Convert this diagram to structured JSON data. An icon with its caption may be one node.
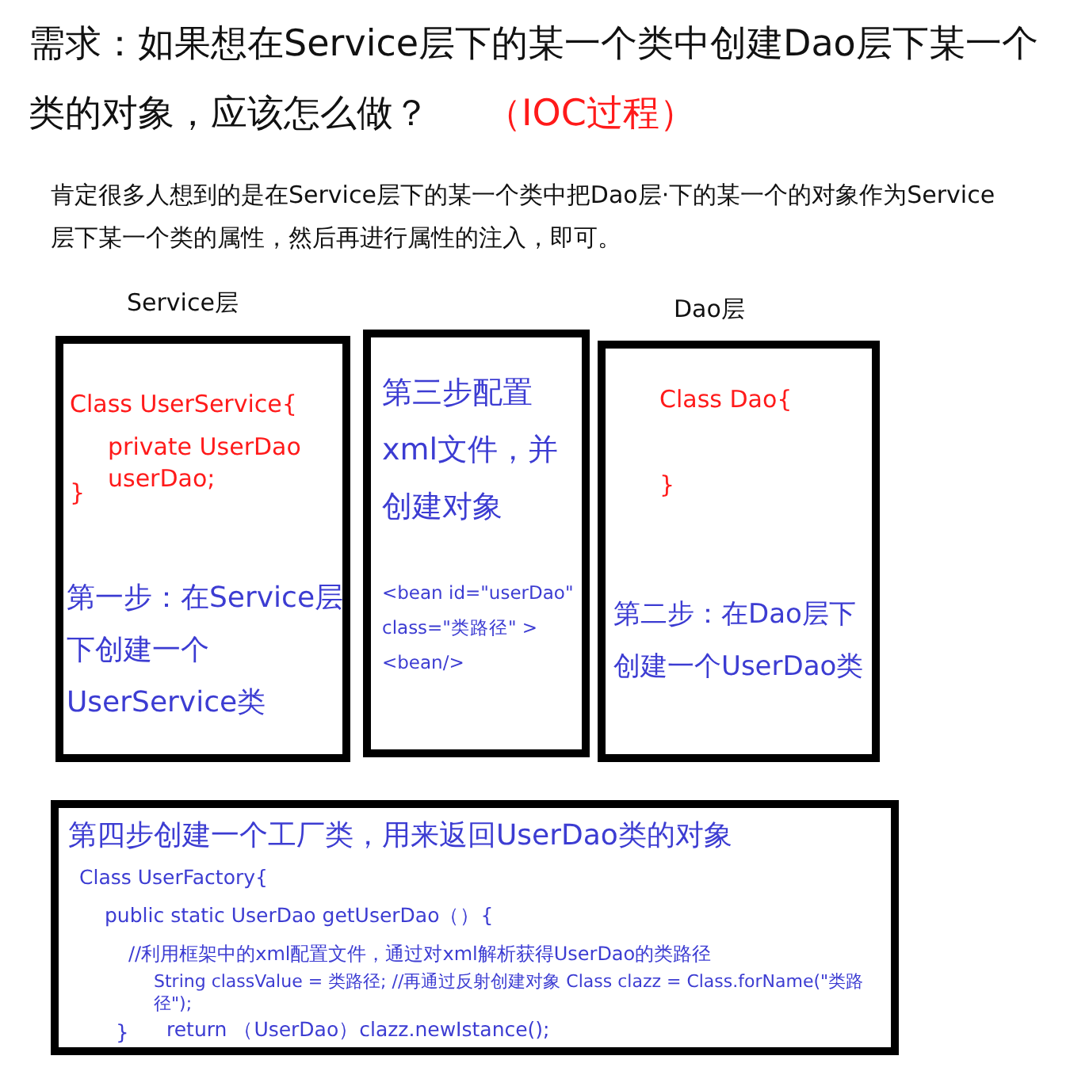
{
  "diagram": {
    "title": "需求：如果想在Service层下的某一个类中创建Dao层下某一个类的对象，应该怎么做？",
    "nodes": [
      {
        "text": [
          "Class UserService{",
          "private UserDao userDao;",
          "}",
          "第一步：在Service层下创建一个UserService类"
        ]
      },
      {
        "text": [
          "第三步配置xml文件，并创建对象",
          "<bean id=\"userDao\" class=\"类路径\" ><bean/>"
        ]
      },
      {
        "text": [
          "Class Dao{",
          "}",
          "第二步：在Dao层下创建一个UserDao类"
        ]
      },
      {
        "text": [
          "第四步创建一个工厂类，用来返回UserDao类的对象",
          "Class UserFactory{",
          "public static UserDao getUserDao（）{",
          "//利用框架中的xml配置文件，通过对xml解析获得UserDao的类路径",
          "String classValue = 类路径; //再通过反射创建对象 Class clazz = Class.forName(\"类路径\");",
          "return （UserDao）clazz.newIstance();",
          "}"
        ]
      }
    ],
    "edges": [],
    "labels": [
      "（IOC过程）",
      "肯定很多人想到的是在Service层下的某一个类中把Dao层·下的某一个的对象作为Service层下某一个类的属性，然后再进行属性的注入，即可。",
      "Service层",
      "Dao层"
    ]
  }
}
